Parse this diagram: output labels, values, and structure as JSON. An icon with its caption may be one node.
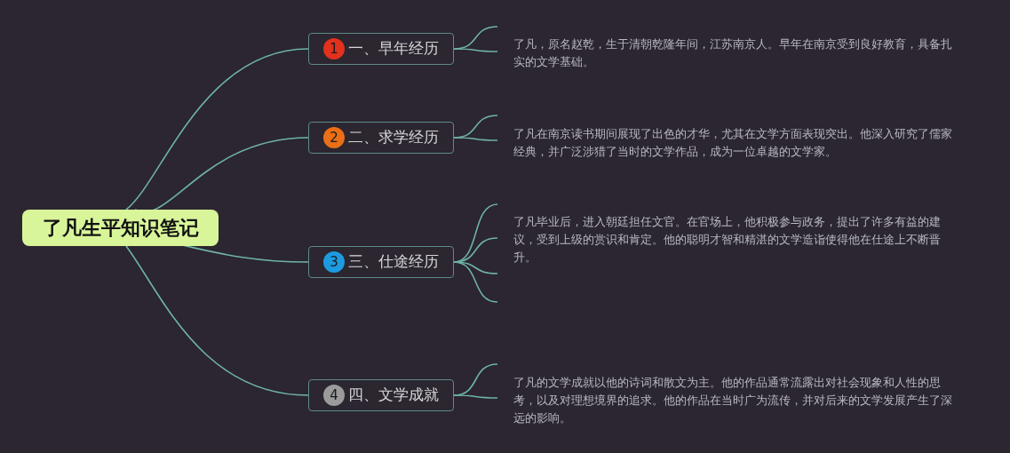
{
  "diagram": {
    "nodes": [
      {
        "text": [
          "了凡生平知识笔记"
        ]
      },
      {
        "text": [
          "1",
          "一、早年经历"
        ]
      },
      {
        "text": [
          "2",
          "二、求学经历"
        ]
      },
      {
        "text": [
          "3",
          "三、仕途经历"
        ]
      },
      {
        "text": [
          "4",
          "四、文学成就"
        ]
      }
    ],
    "edges": [
      {
        "from": 0,
        "to": 1,
        "arrow": "none"
      },
      {
        "from": 0,
        "to": 2,
        "arrow": "none"
      },
      {
        "from": 0,
        "to": 3,
        "arrow": "none"
      },
      {
        "from": 0,
        "to": 4,
        "arrow": "none"
      },
      {
        "from": 1,
        "to": null,
        "arrow": "none"
      },
      {
        "from": 1,
        "to": null,
        "arrow": "none"
      },
      {
        "from": 2,
        "to": null,
        "arrow": "none"
      },
      {
        "from": 2,
        "to": null,
        "arrow": "none"
      },
      {
        "from": 3,
        "to": null,
        "arrow": "none"
      },
      {
        "from": 3,
        "to": null,
        "arrow": "none"
      },
      {
        "from": 3,
        "to": null,
        "arrow": "none"
      },
      {
        "from": 3,
        "to": null,
        "arrow": "none"
      },
      {
        "from": 4,
        "to": null,
        "arrow": "none"
      },
      {
        "from": 4,
        "to": null,
        "arrow": "none"
      }
    ],
    "labels": [
      "了凡，原名赵乾，生于清朝乾隆年间，江苏南京人。早年在南京受到良好教育，具备扎实的文学基础。",
      "了凡在南京读书期间展现了出色的才华，尤其在文学方面表现突出。他深入研究了儒家经典，并广泛涉猎了当时的文学作品，成为一位卓越的文学家。",
      "了凡毕业后，进入朝廷担任文官。在官场上，他积极参与政务，提出了许多有益的建议，受到上级的赏识和肯定。他的聪明才智和精湛的文学造诣使得他在仕途上不断晋升。",
      "了凡的文学成就以他的诗词和散文为主。他的作品通常流露出对社会现象和人性的思考，以及对理想境界的追求。他的作品在当时广为流传，并对后来的文学发展产生了深远的影响。"
    ]
  }
}
